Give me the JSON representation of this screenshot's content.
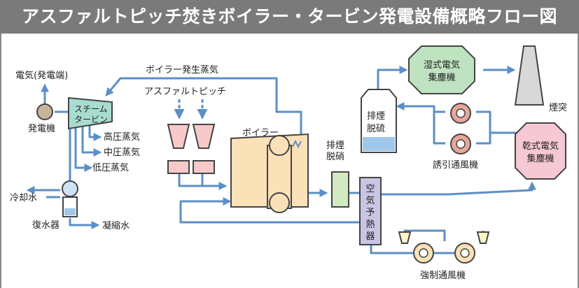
{
  "title": "アスファルトピッチ焚きボイラー・タービン発電設備概略フロー図",
  "labels": {
    "electricity": "電気(発電端)",
    "generator": "発電機",
    "steam_turbine_line1": "スチーム",
    "steam_turbine_line2": "タービン",
    "hp_steam": "高圧蒸気",
    "mp_steam": "中圧蒸気",
    "lp_steam": "低圧蒸気",
    "cooling_water": "冷却水",
    "condenser": "復水器",
    "condensate": "凝縮水",
    "boiler_steam": "ボイラー発生蒸気",
    "asphalt_pitch": "アスファルトピッチ",
    "boiler": "ボイラー",
    "denox_line1": "排煙",
    "denox_line2": "脱硝",
    "desulf_line1": "排煙",
    "desulf_line2": "脱硫",
    "air_preheater": "空気予熱器",
    "wet_esp_line1": "湿式電気",
    "wet_esp_line2": "集塵機",
    "stack": "煙突",
    "induced_fan": "誘引通風機",
    "dry_esp_line1": "乾式電気",
    "dry_esp_line2": "集塵機",
    "forced_fan": "強制通風機"
  },
  "colors": {
    "title_bg": "#7a7a7a",
    "pipe": "#5b8fc7",
    "turbine_fill": "#a9dcd0",
    "boiler_fill": "#fbe1b8",
    "esp_wet_fill": "#bfe3c0",
    "esp_dry_fill": "#f6c8d3",
    "hopper_fill": "#f7c9c9",
    "air_preheater_fill": "#c8c6e4",
    "denox_fill": "#d2eac2",
    "stack_fill": "#d8d8d8",
    "fan_fill": "#e8a79a"
  }
}
